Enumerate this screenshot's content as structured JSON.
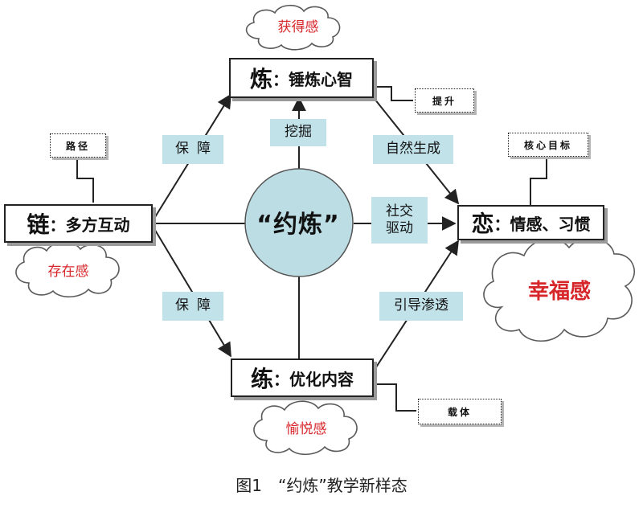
{
  "clouds": {
    "top": "获得感",
    "left": "存在感",
    "right": "幸福感",
    "bottom": "愉悦感"
  },
  "boxes": {
    "top": {
      "char": "炼",
      "text": "：锤炼心智"
    },
    "left": {
      "char": "链",
      "text": "：多方互动"
    },
    "right": {
      "char": "恋",
      "text": "：情感、习惯"
    },
    "bottom": {
      "char": "练",
      "text": "：优化内容"
    }
  },
  "center": "“约炼”",
  "tags": {
    "path": "路径",
    "upgrade": "提升",
    "core_goal": "核心目标",
    "carrier": "载体"
  },
  "labels": {
    "guarantee_top": "保障",
    "guarantee_bottom": "保障",
    "dig": "挖掘",
    "natural": "自然生成",
    "social_1": "社交",
    "social_2": "驱动",
    "guide": "引导渗透"
  },
  "caption": "图1　“约炼”教学新样态",
  "colors": {
    "cloud_text": "#d7262a",
    "label_fill": "#c2e2ea",
    "circle_fill": "#bcdde4"
  }
}
